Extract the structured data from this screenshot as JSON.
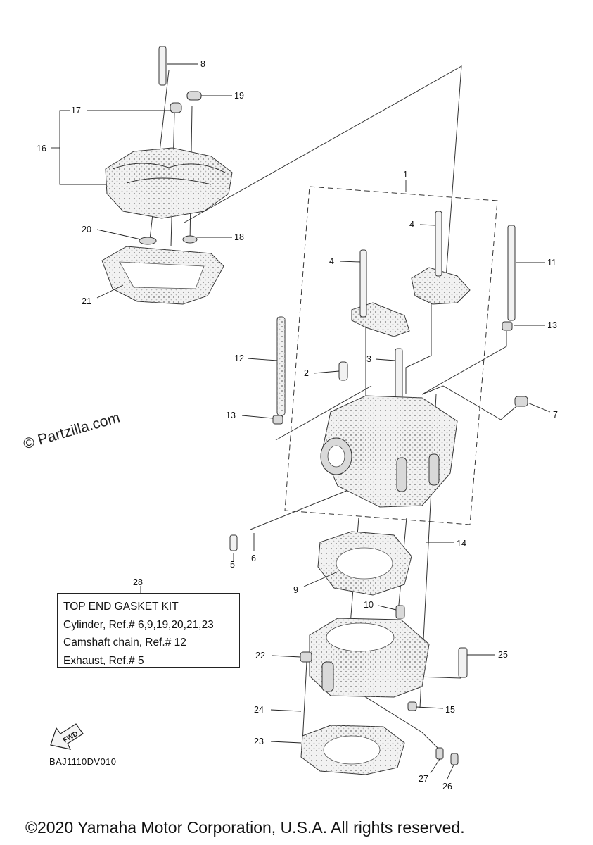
{
  "callouts": {
    "c1": "1",
    "c2": "2",
    "c3": "3",
    "c4a": "4",
    "c4b": "4",
    "c5": "5",
    "c6": "6",
    "c7": "7",
    "c8": "8",
    "c9": "9",
    "c10": "10",
    "c11": "11",
    "c12": "12",
    "c13a": "13",
    "c13b": "13",
    "c14": "14",
    "c15": "15",
    "c16": "16",
    "c17": "17",
    "c18": "18",
    "c19": "19",
    "c20": "20",
    "c21": "21",
    "c22": "22",
    "c23": "23",
    "c24": "24",
    "c25": "25",
    "c26": "26",
    "c27": "27",
    "c28": "28"
  },
  "kit": {
    "title": "TOP END GASKET KIT",
    "line1": "Cylinder, Ref.# 6,9,19,20,21,23",
    "line2": "Camshaft chain, Ref.# 12",
    "line3": "Exhaust, Ref.# 5"
  },
  "fwd_label": "FWD",
  "diagram_code": "BAJ1110DV010",
  "watermark": "© Partzilla.com",
  "copyright": "©2020 Yamaha Motor Corporation, U.S.A. All rights reserved."
}
